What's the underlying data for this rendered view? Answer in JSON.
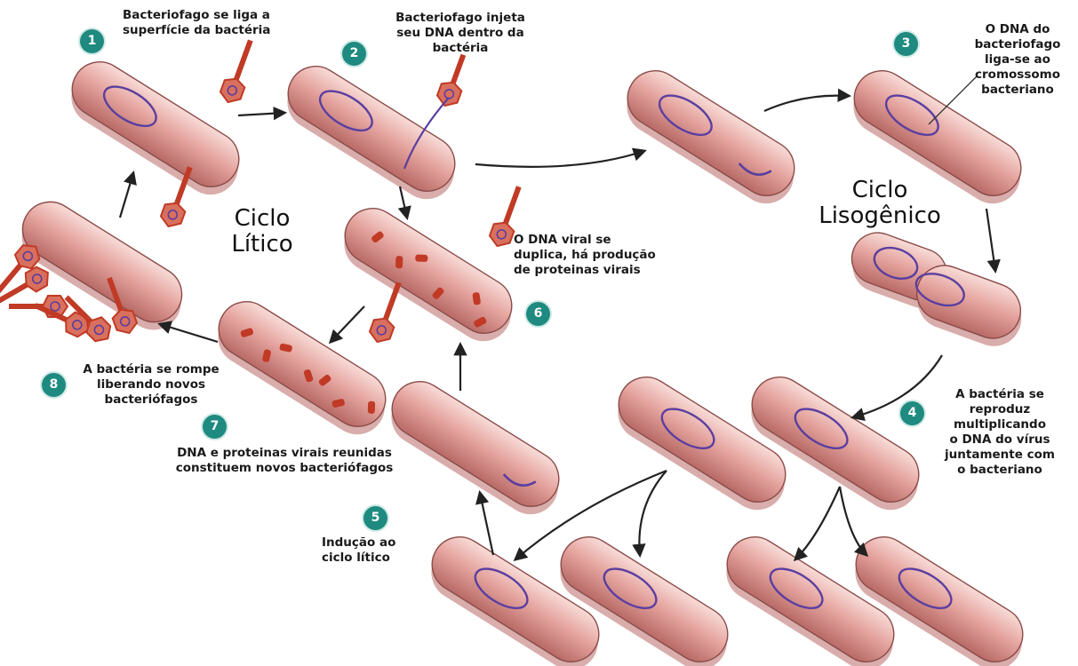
{
  "colors": {
    "cell_fill": "#e6a5a0",
    "cell_shadow": "#b86a66",
    "dna": "#5a3fa0",
    "phage": "#c03a25",
    "badge": "#1f8a80",
    "arrow": "#222222"
  },
  "cycles": {
    "lytic_title": [
      "Ciclo",
      "Lítico"
    ],
    "lysogenic_title": [
      "Ciclo",
      "Lisogênico"
    ]
  },
  "steps": [
    {
      "number": "1",
      "text": [
        "Bacteriofago se liga a",
        "superfície da bactéria"
      ]
    },
    {
      "number": "2",
      "text": [
        "Bacteriofago injeta",
        "seu DNA dentro da",
        "bactéria"
      ]
    },
    {
      "number": "3",
      "text": [
        "O DNA do",
        "bacteriofago",
        "liga-se ao",
        "cromossomo",
        "bacteriano"
      ]
    },
    {
      "number": "4",
      "text": [
        "A bactéria se",
        "reproduz",
        "multiplicando",
        "o DNA do vírus",
        "juntamente com",
        "o bacteriano"
      ]
    },
    {
      "number": "5",
      "text": [
        "Indução ao",
        "ciclo lítico"
      ]
    },
    {
      "number": "6",
      "text": [
        "O DNA viral se",
        "duplica,  há produção",
        "de proteinas  virais"
      ]
    },
    {
      "number": "7",
      "text": [
        "DNA e proteinas virais reunidas",
        "constituem novos bacteriófagos"
      ]
    },
    {
      "number": "8",
      "text": [
        "A bactéria se rompe",
        "liberando novos",
        "bacteriófagos"
      ]
    }
  ]
}
